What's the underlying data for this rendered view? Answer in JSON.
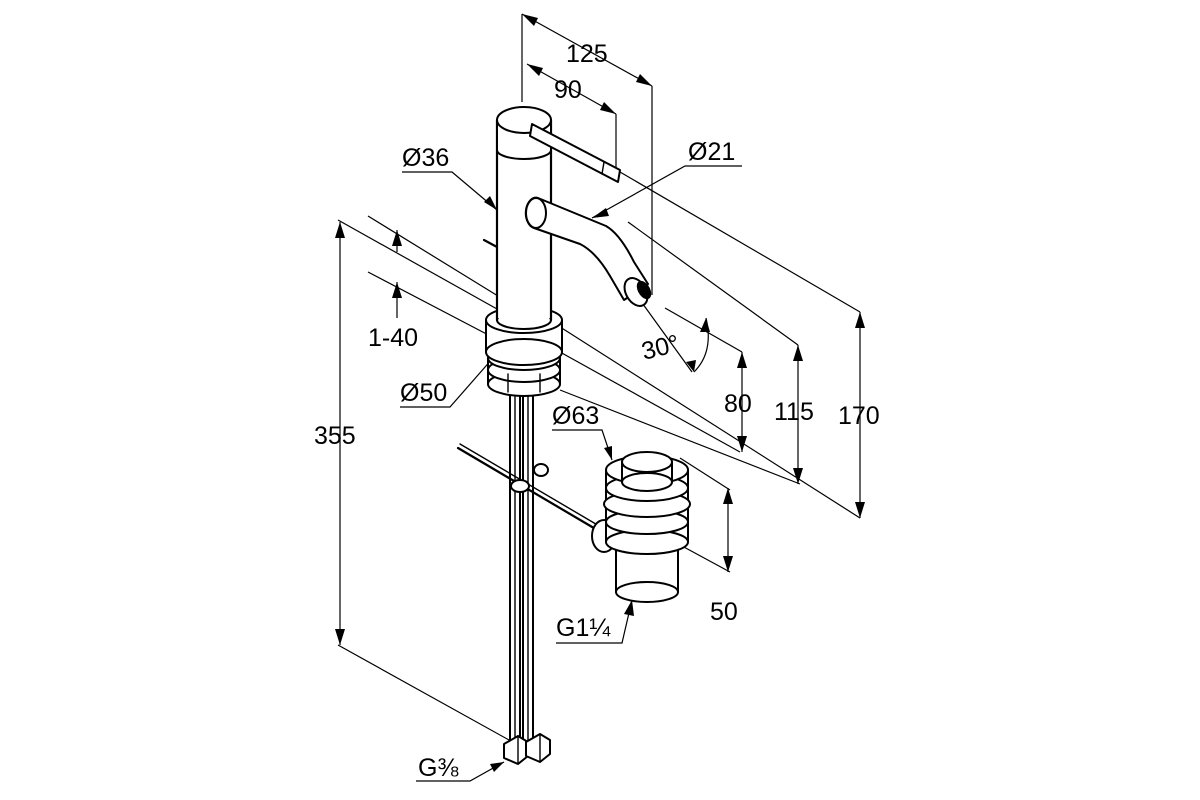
{
  "dimensions": {
    "overall_height": "355",
    "spout_reach": "125",
    "lever_reach": "90",
    "body_diameter": "Ø36",
    "spout_diameter": "Ø21",
    "deck_thickness": "1-40",
    "base_diameter": "Ø50",
    "waste_diameter": "Ø63",
    "spout_angle": "30°",
    "outlet_height": "80",
    "spout_height": "115",
    "lever_height": "170",
    "waste_height": "50",
    "waste_thread": "G1¼",
    "supply_thread": "G⅜"
  }
}
